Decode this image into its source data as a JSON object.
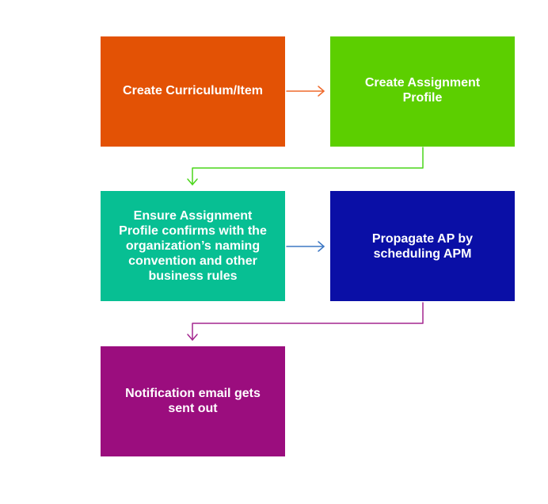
{
  "flowchart": {
    "steps": [
      {
        "id": "create-curriculum",
        "label": "Create Curriculum/Item",
        "color": "#e35205"
      },
      {
        "id": "create-assignment-profile",
        "label": "Create Assignment\nProfile",
        "color": "#5ccf00"
      },
      {
        "id": "ensure-assignment-profile",
        "label": "Ensure Assignment\nProfile confirms with the\norganization’s naming\nconvention and other\nbusiness rules",
        "color": "#07bf93"
      },
      {
        "id": "propagate-ap",
        "label": "Propagate AP by\nscheduling APM",
        "color": "#0a0fa6"
      },
      {
        "id": "notification-email",
        "label": "Notification email gets\nsent out",
        "color": "#9b0d7e"
      }
    ],
    "connectors": [
      {
        "from": "create-curriculum",
        "to": "create-assignment-profile",
        "color": "#ef6a2c"
      },
      {
        "from": "create-assignment-profile",
        "to": "ensure-assignment-profile",
        "color": "#4ad61a"
      },
      {
        "from": "ensure-assignment-profile",
        "to": "propagate-ap",
        "color": "#3d78c4"
      },
      {
        "from": "propagate-ap",
        "to": "notification-email",
        "color": "#a4278f"
      }
    ]
  }
}
